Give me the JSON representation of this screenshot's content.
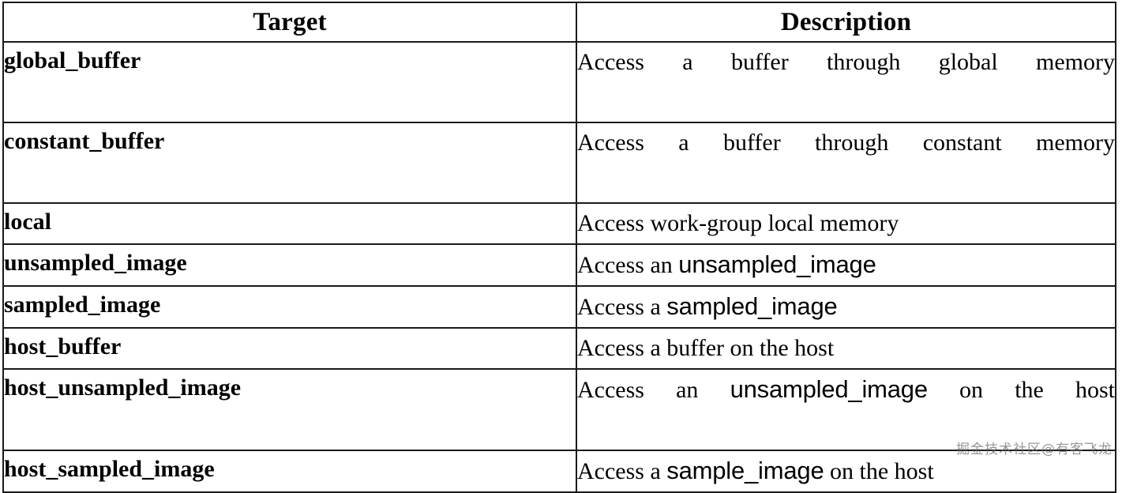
{
  "table": {
    "headers": {
      "target": "Target",
      "description": "Description"
    },
    "rows": [
      {
        "target": "global_buffer",
        "desc_parts": [
          {
            "text": "Access a buffer through global memory",
            "style": "serif"
          }
        ],
        "desc_plain": "Access a buffer through global memory",
        "wraps": true
      },
      {
        "target": "constant_buffer",
        "desc_parts": [
          {
            "text": "Access a buffer through constant memory",
            "style": "serif"
          }
        ],
        "desc_plain": "Access a buffer through constant memory",
        "wraps": true
      },
      {
        "target": "local",
        "desc_parts": [
          {
            "text": "Access work-group local memory",
            "style": "serif"
          }
        ],
        "desc_plain": "Access work-group local memory",
        "wraps": false
      },
      {
        "target": "unsampled_image",
        "desc_parts": [
          {
            "text": "Access an ",
            "style": "serif"
          },
          {
            "text": "unsampled_image",
            "style": "sans"
          }
        ],
        "desc_plain": "Access an unsampled_image",
        "wraps": false
      },
      {
        "target": "sampled_image",
        "desc_parts": [
          {
            "text": "Access a ",
            "style": "serif"
          },
          {
            "text": "sampled_image",
            "style": "sans"
          }
        ],
        "desc_plain": "Access a sampled_image",
        "wraps": false
      },
      {
        "target": "host_buffer",
        "desc_parts": [
          {
            "text": "Access a buffer on the host",
            "style": "serif"
          }
        ],
        "desc_plain": "Access a buffer on the host",
        "wraps": false
      },
      {
        "target": "host_unsampled_image",
        "desc_parts": [
          {
            "text": "Access an ",
            "style": "serif"
          },
          {
            "text": "unsampled_image",
            "style": "sans"
          },
          {
            "text": " on the host",
            "style": "serif"
          }
        ],
        "desc_plain": "Access an unsampled_image on the host",
        "wraps": true
      },
      {
        "target": "host_sampled_image",
        "desc_parts": [
          {
            "text": "Access a ",
            "style": "serif"
          },
          {
            "text": "sample_image",
            "style": "sans"
          },
          {
            "text": " on the host",
            "style": "serif"
          }
        ],
        "desc_plain": "Access a sample_image on the host",
        "wraps": false
      }
    ]
  },
  "watermark": {
    "text": "掘金技术社区@有客飞龙"
  },
  "colors": {
    "border": "#1a1a1a",
    "text": "#000000",
    "background": "#ffffff",
    "watermark": "#6f6f6f"
  }
}
